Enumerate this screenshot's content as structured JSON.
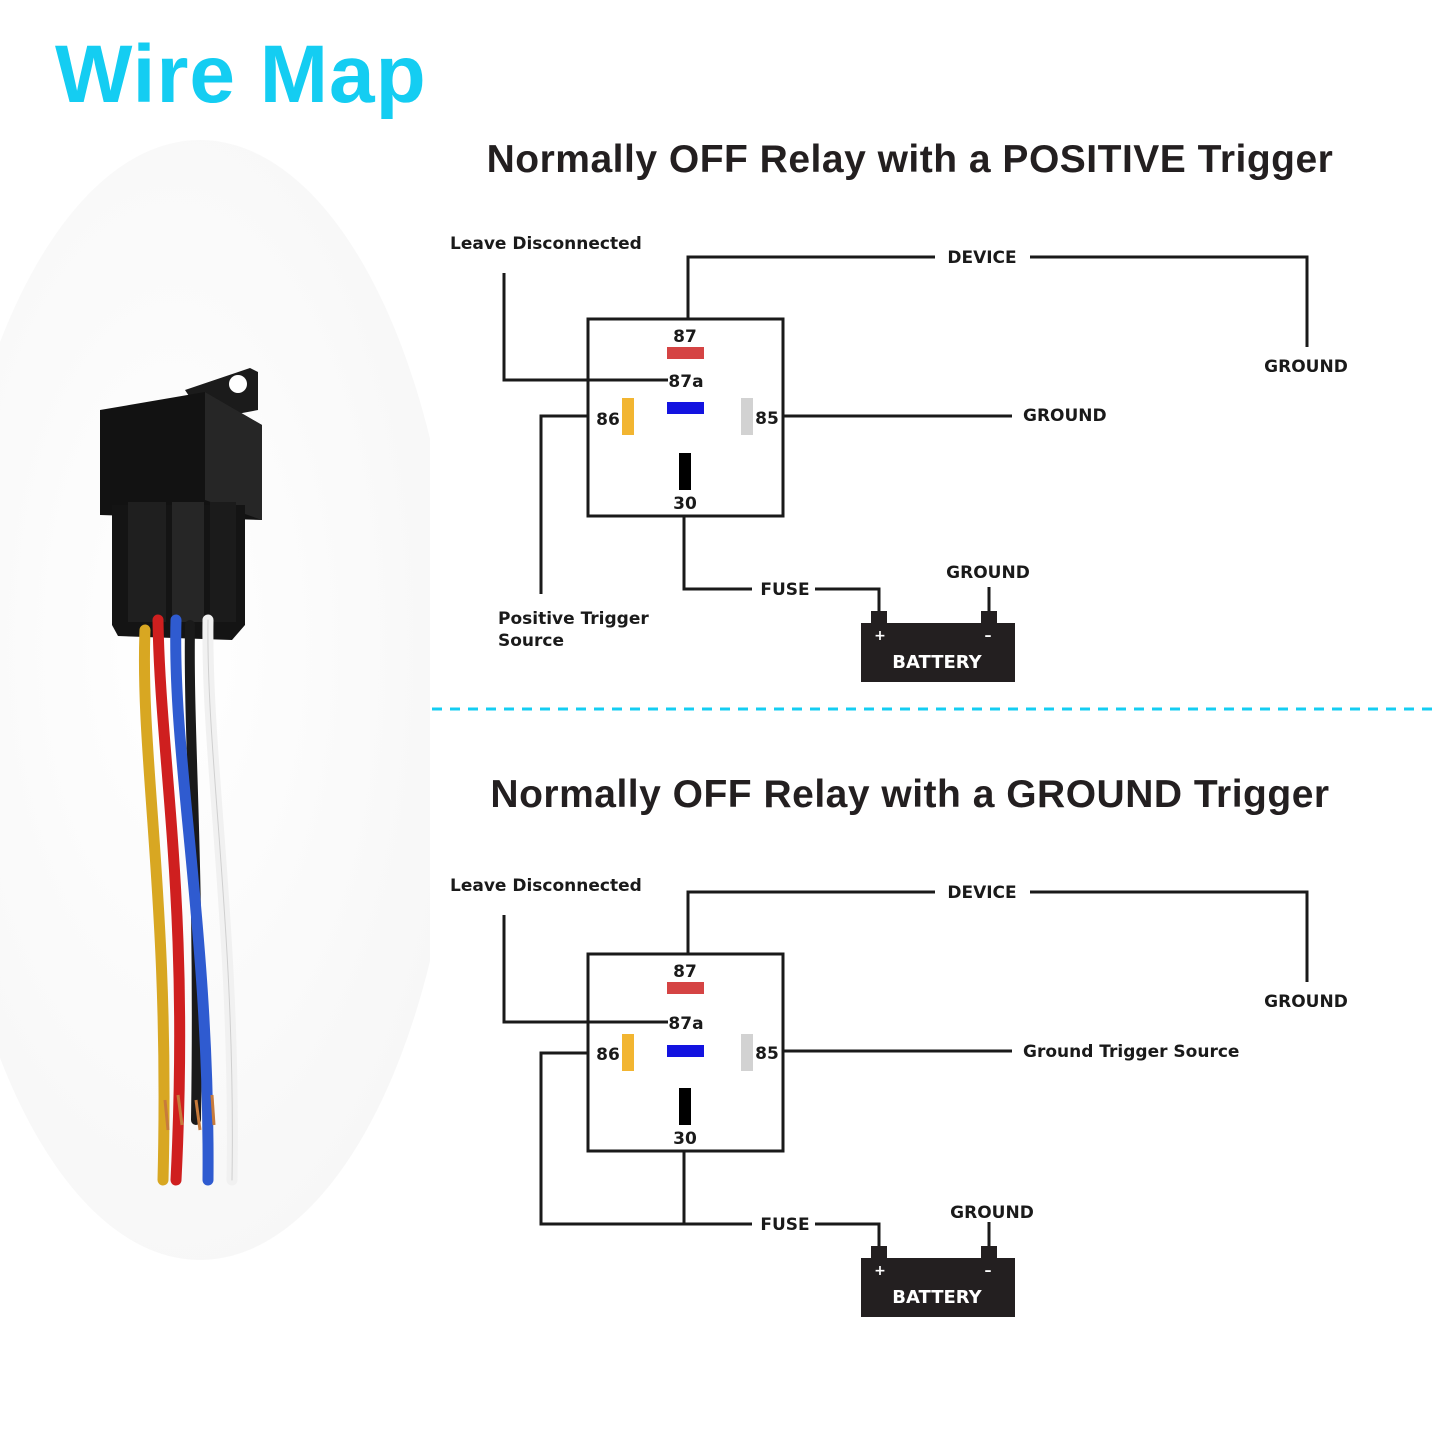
{
  "title": "Wire Map",
  "colors": {
    "accent": "#14cdf2",
    "pin87": "#d54444",
    "pin87a": "#1313e0",
    "pin86": "#f2b531",
    "pin85": "#d2d2d2",
    "pin30": "#000000",
    "battery": "#231f20"
  },
  "positive": {
    "title": "Normally OFF Relay with a POSITIVE Trigger",
    "leave": "Leave Disconnected",
    "device": "DEVICE",
    "ground_device": "GROUND",
    "ground_85": "GROUND",
    "ground_battery": "GROUND",
    "trigger": [
      "Positive Trigger",
      "Source"
    ],
    "fuse": "FUSE",
    "battery": "BATTERY",
    "pins": {
      "p87": "87",
      "p87a": "87a",
      "p86": "86",
      "p85": "85",
      "p30": "30"
    },
    "plus": "+",
    "minus": "–"
  },
  "ground": {
    "title": "Normally OFF Relay with a GROUND Trigger",
    "leave": "Leave Disconnected",
    "device": "DEVICE",
    "ground_device": "GROUND",
    "ground_battery": "GROUND",
    "trigger": "Ground Trigger Source",
    "fuse": "FUSE",
    "battery": "BATTERY",
    "pins": {
      "p87": "87",
      "p87a": "87a",
      "p86": "86",
      "p85": "85",
      "p30": "30"
    },
    "plus": "+",
    "minus": "–"
  }
}
